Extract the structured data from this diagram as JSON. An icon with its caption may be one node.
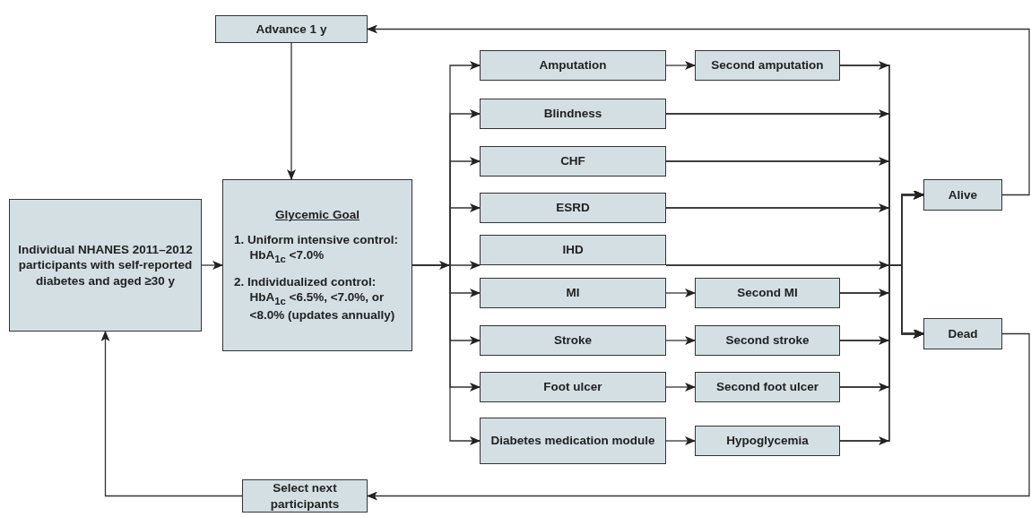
{
  "diagram": {
    "nodes": [
      {
        "text": [
          "Advance 1 y"
        ]
      },
      {
        "text": [
          "Individual NHANES 2011–2012 participants with self-reported diabetes and aged ≥30 y"
        ]
      },
      {
        "text": [
          "Glycemic Goal",
          "1. Uniform intensive control: HbA$_{1c}$ <7.0%",
          "2. Individualized control: HbA$_{1c}$ <6.5%, <7.0%, or <8.0% (updates annually)"
        ]
      },
      {
        "text": [
          "Amputation"
        ]
      },
      {
        "text": [
          "Second amputation"
        ]
      },
      {
        "text": [
          "Blindness"
        ]
      },
      {
        "text": [
          "CHF"
        ]
      },
      {
        "text": [
          "ESRD"
        ]
      },
      {
        "text": [
          "IHD"
        ]
      },
      {
        "text": [
          "MI"
        ]
      },
      {
        "text": [
          "Second MI"
        ]
      },
      {
        "text": [
          "Stroke"
        ]
      },
      {
        "text": [
          "Second stroke"
        ]
      },
      {
        "text": [
          "Foot ulcer"
        ]
      },
      {
        "text": [
          "Second foot ulcer"
        ]
      },
      {
        "text": [
          "Diabetes medication module"
        ]
      },
      {
        "text": [
          "Hypoglycemia"
        ]
      },
      {
        "text": [
          "Alive"
        ]
      },
      {
        "text": [
          "Dead"
        ]
      },
      {
        "text": [
          "Select next participants"
        ]
      }
    ],
    "edges": [
      {
        "from": 0,
        "to": 2,
        "arrow": "to"
      },
      {
        "from": 1,
        "to": 2,
        "arrow": "to"
      },
      {
        "from": 2,
        "to": 3,
        "arrow": "to"
      },
      {
        "from": 2,
        "to": 5,
        "arrow": "to"
      },
      {
        "from": 2,
        "to": 6,
        "arrow": "to"
      },
      {
        "from": 2,
        "to": 7,
        "arrow": "to"
      },
      {
        "from": 2,
        "to": 8,
        "arrow": "to"
      },
      {
        "from": 2,
        "to": 9,
        "arrow": "to"
      },
      {
        "from": 2,
        "to": 11,
        "arrow": "to"
      },
      {
        "from": 2,
        "to": 13,
        "arrow": "to"
      },
      {
        "from": 2,
        "to": 15,
        "arrow": "to"
      },
      {
        "from": 3,
        "to": 4,
        "arrow": "to"
      },
      {
        "from": 9,
        "to": 10,
        "arrow": "to"
      },
      {
        "from": 11,
        "to": 12,
        "arrow": "to"
      },
      {
        "from": 13,
        "to": 14,
        "arrow": "to"
      },
      {
        "from": 15,
        "to": 16,
        "arrow": "to"
      },
      {
        "from": 4,
        "to": 17,
        "arrow": "to"
      },
      {
        "from": 4,
        "to": 18,
        "arrow": "to"
      },
      {
        "from": 5,
        "to": 17,
        "arrow": "to"
      },
      {
        "from": 5,
        "to": 18,
        "arrow": "to"
      },
      {
        "from": 6,
        "to": 17,
        "arrow": "to"
      },
      {
        "from": 6,
        "to": 18,
        "arrow": "to"
      },
      {
        "from": 7,
        "to": 17,
        "arrow": "to"
      },
      {
        "from": 7,
        "to": 18,
        "arrow": "to"
      },
      {
        "from": 8,
        "to": 17,
        "arrow": "to"
      },
      {
        "from": 8,
        "to": 18,
        "arrow": "to"
      },
      {
        "from": 10,
        "to": 17,
        "arrow": "to"
      },
      {
        "from": 10,
        "to": 18,
        "arrow": "to"
      },
      {
        "from": 12,
        "to": 17,
        "arrow": "to"
      },
      {
        "from": 12,
        "to": 18,
        "arrow": "to"
      },
      {
        "from": 14,
        "to": 17,
        "arrow": "to"
      },
      {
        "from": 14,
        "to": 18,
        "arrow": "to"
      },
      {
        "from": 16,
        "to": 17,
        "arrow": "to"
      },
      {
        "from": 16,
        "to": 18,
        "arrow": "to"
      },
      {
        "from": 17,
        "to": 0,
        "arrow": "to"
      },
      {
        "from": 18,
        "to": 19,
        "arrow": "to"
      },
      {
        "from": 19,
        "to": 1,
        "arrow": "to"
      }
    ]
  }
}
